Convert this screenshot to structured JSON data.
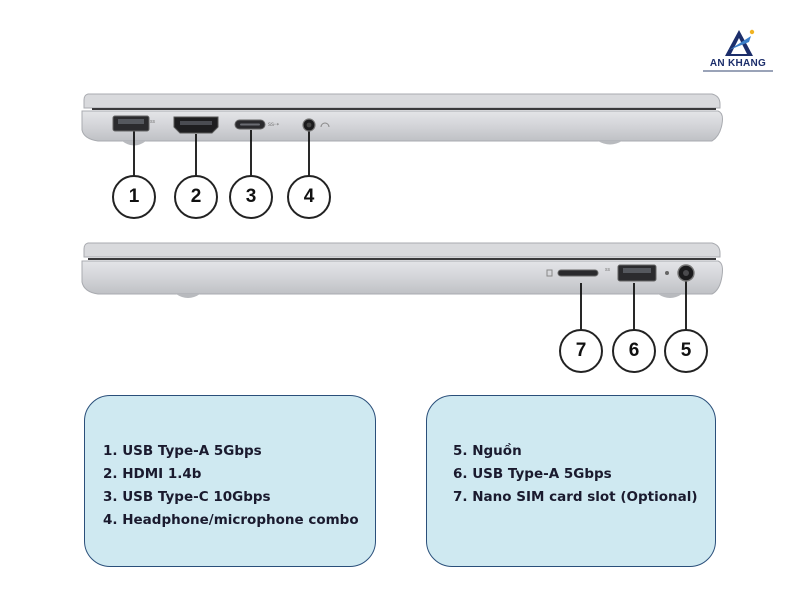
{
  "brand": {
    "name": "AN KHANG",
    "color": "#1c2e6b"
  },
  "colors": {
    "laptop_body": "#d6d7da",
    "laptop_edge": "#a9abb0",
    "box_fill": "#cfe9f1",
    "box_border": "#2a4f7a"
  },
  "callouts": {
    "left_side": [
      "1",
      "2",
      "3",
      "4"
    ],
    "right_side": [
      "7",
      "6",
      "5"
    ]
  },
  "ports_left": {
    "items": [
      "1. USB Type-A 5Gbps",
      "2. HDMI 1.4b",
      "3. USB Type-C 10Gbps",
      "4. Headphone/microphone combo"
    ]
  },
  "ports_right": {
    "items": [
      "5. Nguồn",
      "6. USB Type-A 5Gbps",
      "7. Nano SIM card slot (Optional)"
    ]
  },
  "icons": [
    "usb-a-port-icon",
    "hdmi-port-icon",
    "usb-c-port-icon",
    "audio-jack-icon",
    "sim-slot-icon",
    "power-port-icon",
    "logo-mark-icon"
  ]
}
